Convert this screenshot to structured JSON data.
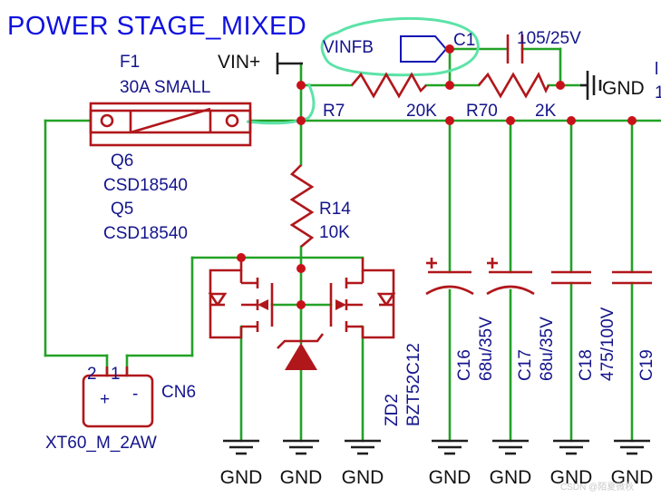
{
  "title": "POWER STAGE_MIXED",
  "nets": {
    "vin": "VIN+",
    "vinfb": "VINFB",
    "gnd": "GND",
    "edge_label_top": "l",
    "edge_label_bottom": "1"
  },
  "components": {
    "f1": {
      "ref": "F1",
      "value": "30A SMALL"
    },
    "q6": {
      "ref": "Q6",
      "value": "CSD18540"
    },
    "q5": {
      "ref": "Q5",
      "value": "CSD18540"
    },
    "r7": {
      "ref": "R7",
      "value": "20K"
    },
    "r70": {
      "ref": "R70",
      "value": "2K"
    },
    "c1": {
      "ref": "C1",
      "value": "105/25V"
    },
    "r14": {
      "ref": "R14",
      "value": "10K"
    },
    "zd2": {
      "ref": "ZD2",
      "value": "BZT52C12"
    },
    "c16": {
      "ref": "C16",
      "value": "68u/35V"
    },
    "c17": {
      "ref": "C17",
      "value": "68u/35V"
    },
    "c18": {
      "ref": "C18",
      "value": "475/100V"
    },
    "c19": {
      "ref": "C19"
    },
    "cn6": {
      "ref": "CN6",
      "value": "XT60_M_2AW",
      "pin1": "1",
      "pin2": "2",
      "plus": "+",
      "minus": "-"
    }
  },
  "gnd_labels": [
    "GND",
    "GND",
    "GND",
    "GND",
    "GND",
    "GND",
    "GND"
  ],
  "watermark": "CSDN @陌夏微秋",
  "colors": {
    "wire": "#23a227",
    "part": "#b0171b",
    "label": "#14148c",
    "title": "#1010e0",
    "junction": "#c8121a",
    "highlight": "#5ce3a8"
  }
}
